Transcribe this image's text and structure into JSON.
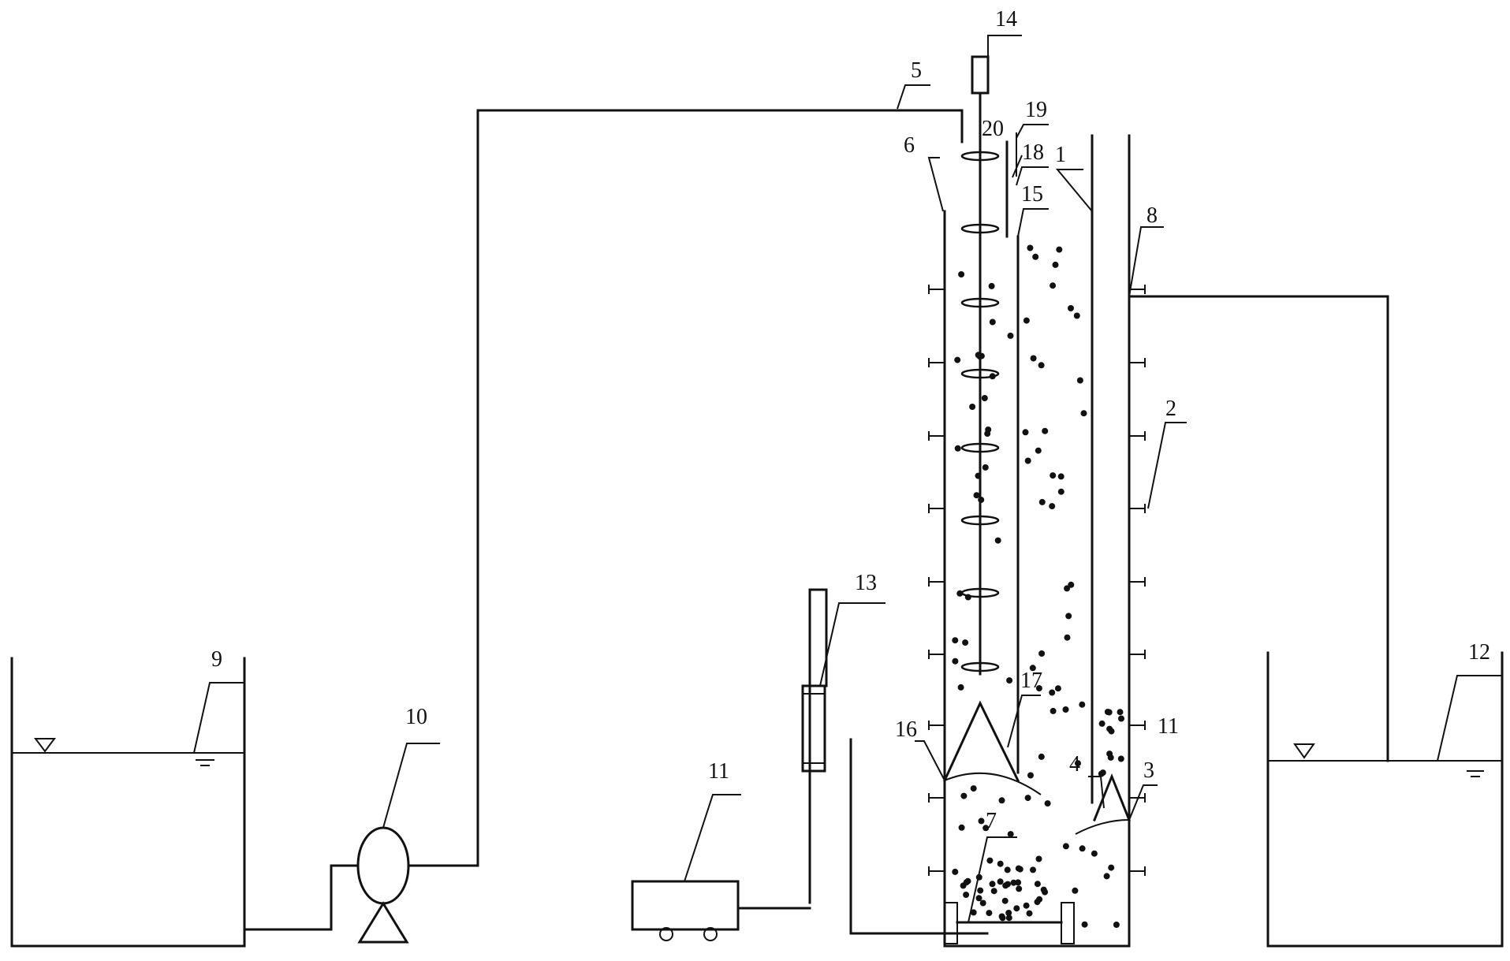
{
  "diagram": {
    "labels": {
      "l1": "1",
      "l2": "2",
      "l3": "3",
      "l4": "4",
      "l5": "5",
      "l6": "6",
      "l7": "7",
      "l8": "8",
      "l9": "9",
      "l10": "10",
      "l11a": "11",
      "l11b": "11",
      "l12": "12",
      "l13": "13",
      "l14": "14",
      "l15": "15",
      "l16": "16",
      "l17": "17",
      "l18": "18",
      "l19": "19",
      "l20": "20"
    }
  }
}
